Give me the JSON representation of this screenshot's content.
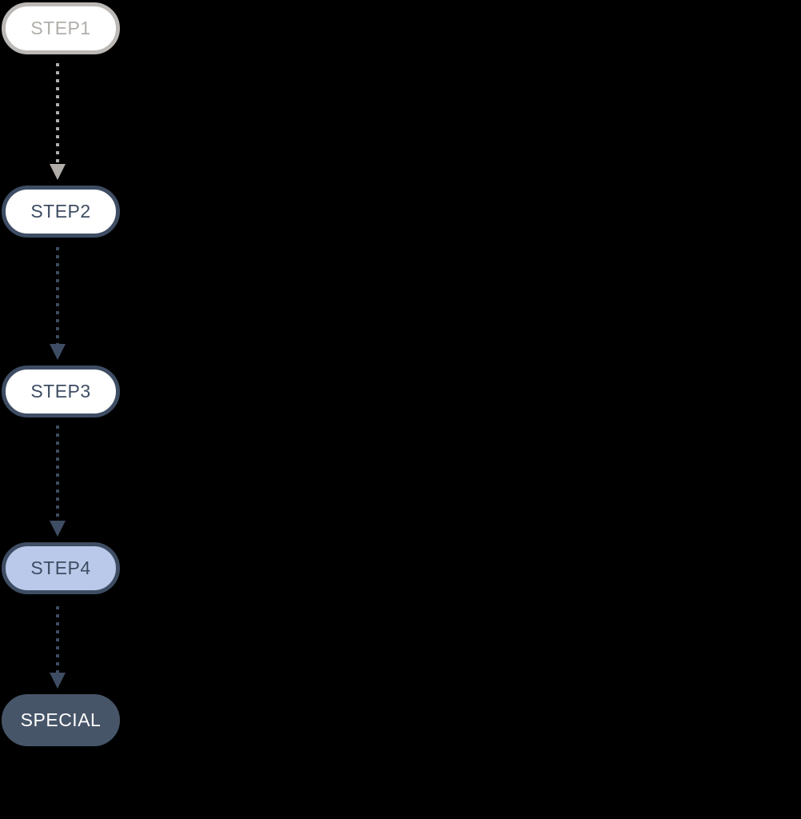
{
  "diagram": {
    "type": "flowchart",
    "orientation": "top-down",
    "background_color": "#000000",
    "nodes": [
      {
        "id": "step1",
        "label": "STEP1",
        "shape": "stadium",
        "fill": "#ffffff",
        "border_color": "#bbb8b5",
        "text_color": "#b1aeaa",
        "state": "inactive"
      },
      {
        "id": "step2",
        "label": "STEP2",
        "shape": "stadium",
        "fill": "#ffffff",
        "border_color": "#3e4d63",
        "text_color": "#3e4d63",
        "state": "default"
      },
      {
        "id": "step3",
        "label": "STEP3",
        "shape": "stadium",
        "fill": "#ffffff",
        "border_color": "#3e4d63",
        "text_color": "#3e4d63",
        "state": "default"
      },
      {
        "id": "step4",
        "label": "STEP4",
        "shape": "stadium",
        "fill": "#bac9e9",
        "border_color": "#3e4d63",
        "text_color": "#3e4d63",
        "state": "highlighted"
      },
      {
        "id": "special",
        "label": "SPECIAL",
        "shape": "stadium",
        "fill": "#475569",
        "border_color": "#475569",
        "text_color": "#ffffff",
        "state": "special"
      }
    ],
    "edges": [
      {
        "from": "step1",
        "to": "step2",
        "style": "dotted",
        "arrowhead": "triangle-down",
        "color": "#b1aeaa"
      },
      {
        "from": "step2",
        "to": "step3",
        "style": "dotted",
        "arrowhead": "triangle-down",
        "color": "#3e4d63"
      },
      {
        "from": "step3",
        "to": "step4",
        "style": "dotted",
        "arrowhead": "triangle-down",
        "color": "#3e4d63"
      },
      {
        "from": "step4",
        "to": "special",
        "style": "dotted",
        "arrowhead": "triangle-down",
        "color": "#3e4d63"
      }
    ]
  }
}
